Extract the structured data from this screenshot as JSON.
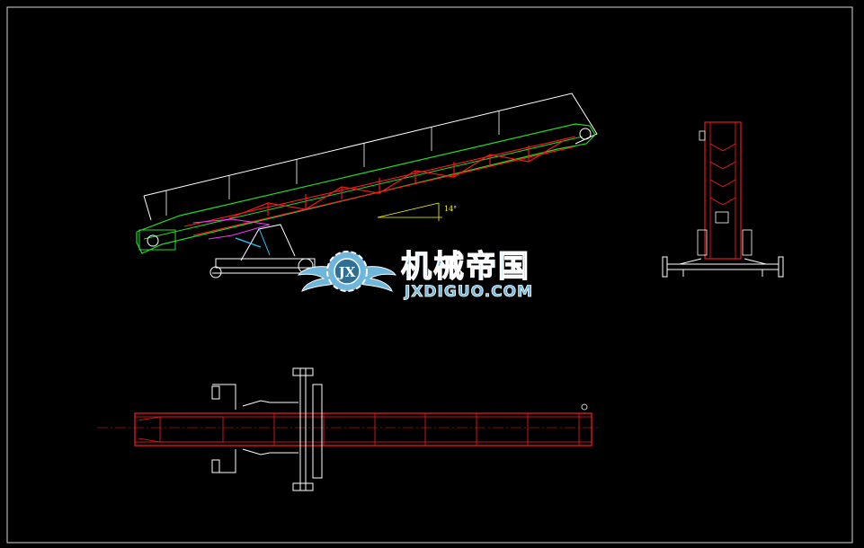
{
  "drawing": {
    "angle_label": "14°"
  },
  "watermark": {
    "cn_text": "机械帝国",
    "en_text": "JXDIGUO.COM",
    "badge_text": "JX"
  },
  "colors": {
    "background": "#000000",
    "frame": "#d8d8d8",
    "outline": "#ffffff",
    "frame_green": "#22dd22",
    "truss_red": "#ff1a1a",
    "magenta": "#ff33ff",
    "cyan": "#22ccff",
    "yellow": "#ffff00",
    "watermark_fill": "#6fb6dc",
    "watermark_stroke": "#ffffff"
  }
}
